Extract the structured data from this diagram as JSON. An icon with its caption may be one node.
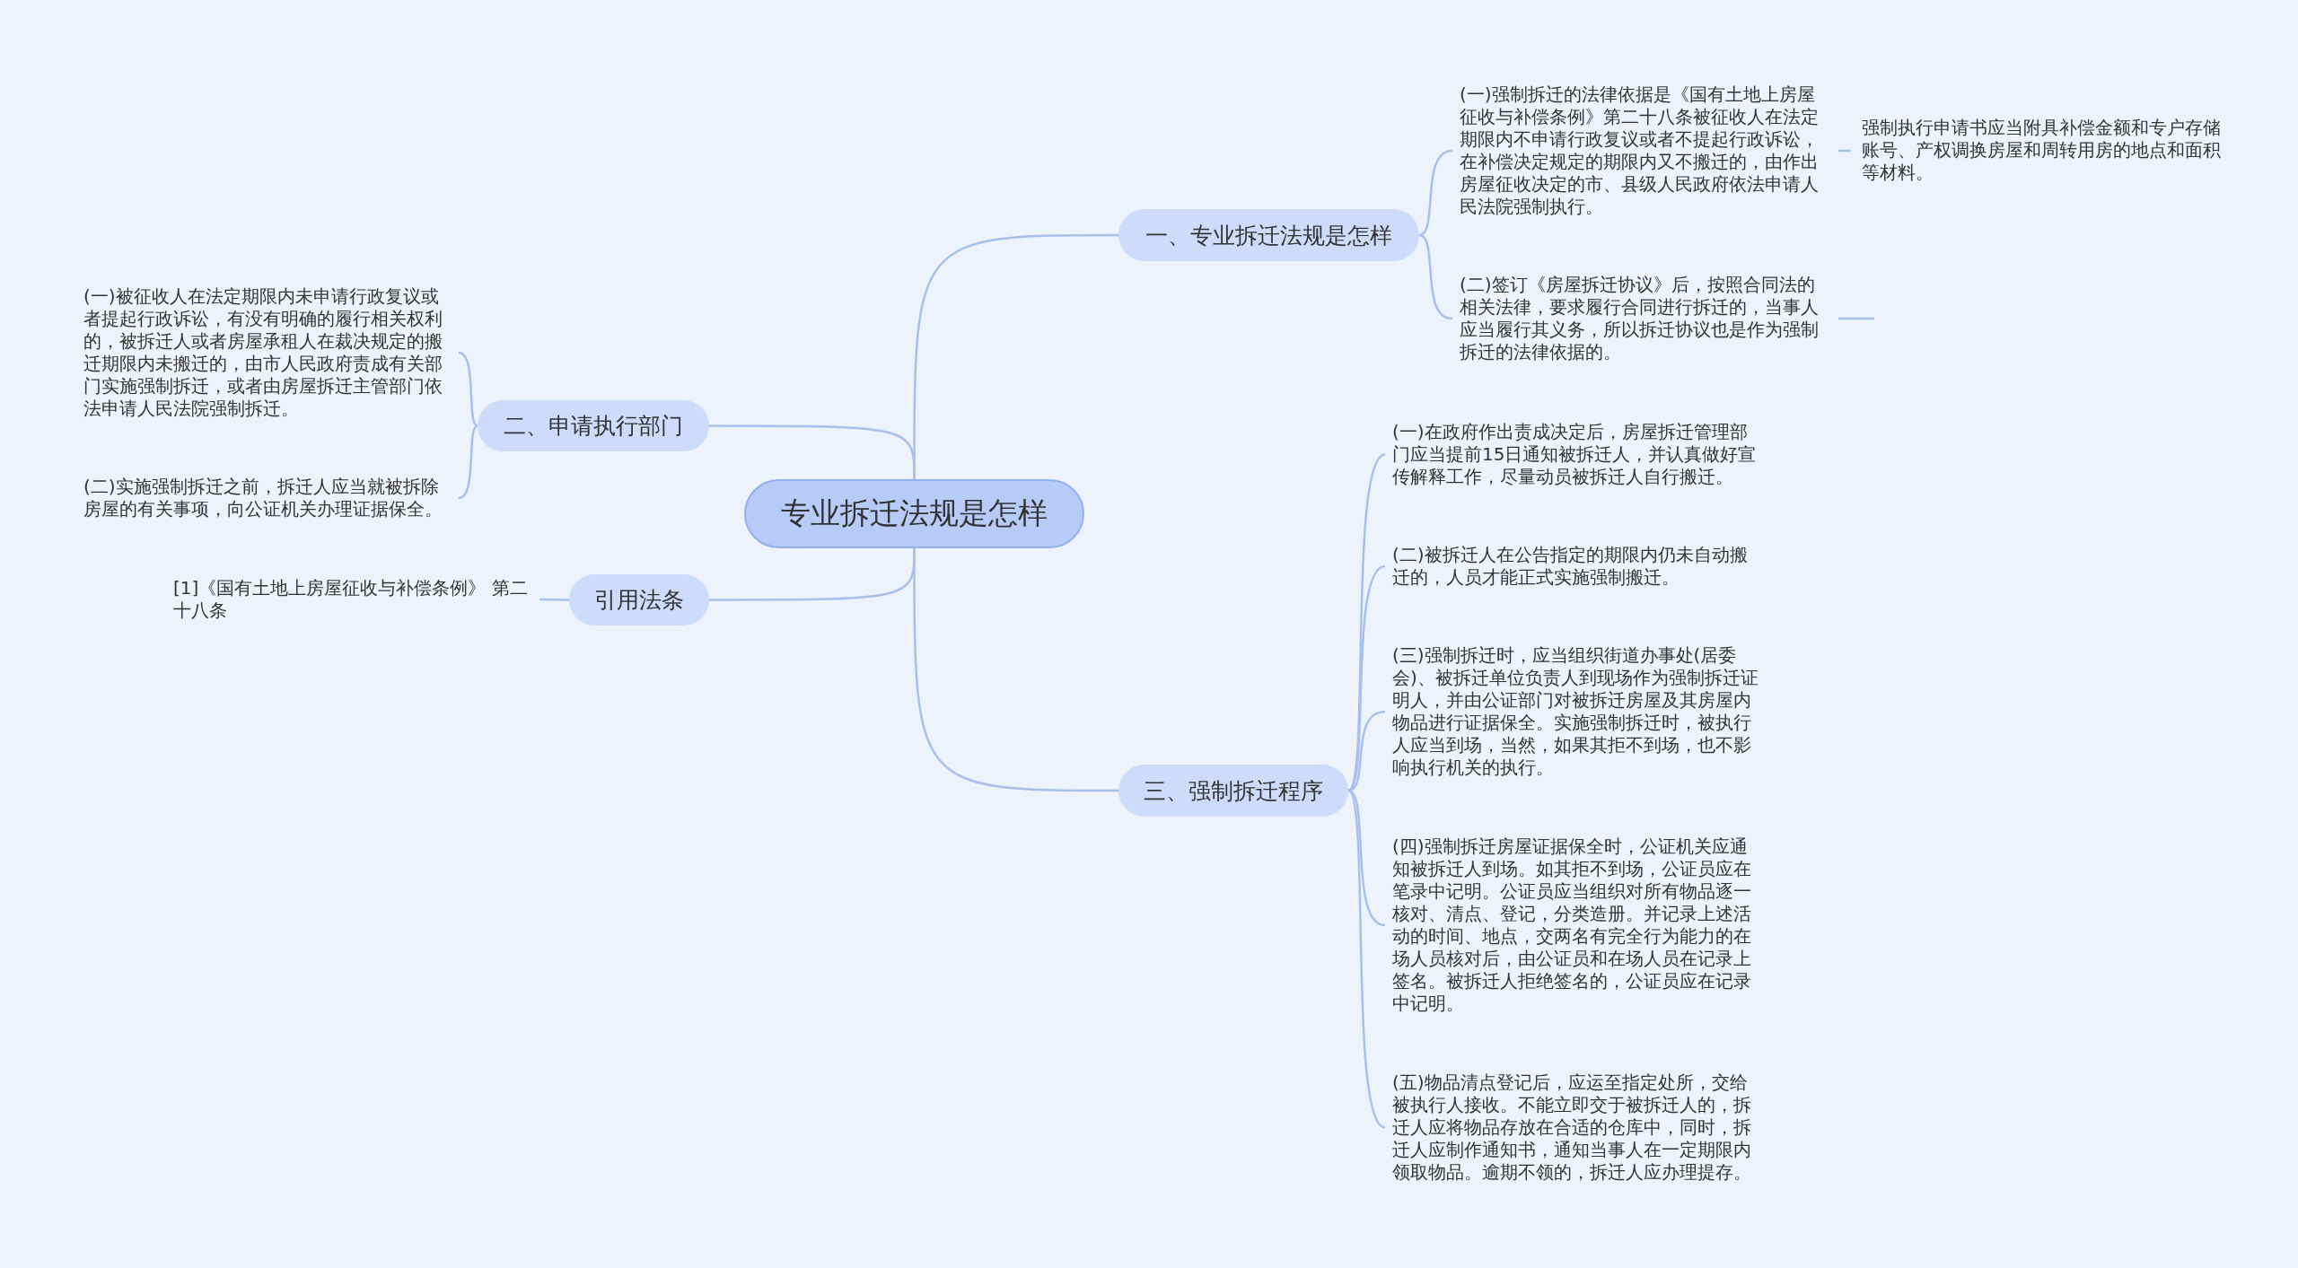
{
  "diagram": {
    "nodes": [
      {
        "text": [
          "专业拆迁法规是怎样"
        ]
      },
      {
        "text": [
          "一、专业拆迁法规是怎样"
        ]
      },
      {
        "text": [
          "(一)强制拆迁的法律依据是《国有土地上房屋征收与补偿条例》第二十八条被征收人在法定期限内不申请行政复议或者不提起行政诉讼，在补偿决定规定的期限内又不搬迁的，由作出房屋征收决定的市、县级人民政府依法申请人民法院强制执行。"
        ]
      },
      {
        "text": [
          "强制执行申请书应当附具补偿金额和专户存储账号、产权调换房屋和周转用房的地点和面积等材料。"
        ]
      },
      {
        "text": [
          "(二)签订《房屋拆迁协议》后，按照合同法的相关法律，要求履行合同进行拆迁的，当事人应当履行其义务，所以拆迁协议也是作为强制拆迁的法律依据的。"
        ]
      },
      {
        "text": [
          "二、申请执行部门"
        ]
      },
      {
        "text": [
          "(一)被征收人在法定期限内未申请行政复议或者提起行政诉讼，有没有明确的履行相关权利的，被拆迁人或者房屋承租人在裁决规定的搬迁期限内未搬迁的，由市人民政府责成有关部门实施强制拆迁，或者由房屋拆迁主管部门依法申请人民法院强制拆迁。"
        ]
      },
      {
        "text": [
          "(二)实施强制拆迁之前，拆迁人应当就被拆除房屋的有关事项，向公证机关办理证据保全。"
        ]
      },
      {
        "text": [
          "引用法条"
        ]
      },
      {
        "text": [
          "[1]《国有土地上房屋征收与补偿条例》 第二十八条"
        ]
      },
      {
        "text": [
          "三、强制拆迁程序"
        ]
      },
      {
        "text": [
          "(一)在政府作出责成决定后，房屋拆迁管理部门应当提前15日通知被拆迁人，并认真做好宣传解释工作，尽量动员被拆迁人自行搬迁。"
        ]
      },
      {
        "text": [
          "(二)被拆迁人在公告指定的期限内仍未自动搬迁的，人员才能正式实施强制搬迁。"
        ]
      },
      {
        "text": [
          "(三)强制拆迁时，应当组织街道办事处(居委会)、被拆迁单位负责人到现场作为强制拆迁证明人，并由公证部门对被拆迁房屋及其房屋内物品进行证据保全。实施强制拆迁时，被执行人应当到场，当然，如果其拒不到场，也不影响执行机关的执行。"
        ]
      },
      {
        "text": [
          "(四)强制拆迁房屋证据保全时，公证机关应通知被拆迁人到场。如其拒不到场，公证员应在笔录中记明。公证员应当组织对所有物品逐一核对、清点、登记，分类造册。并记录上述活动的时间、地点，交两名有完全行为能力的在场人员核对后，由公证员和在场人员在记录上签名。被拆迁人拒绝签名的，公证员应在记录中记明。"
        ]
      },
      {
        "text": [
          "(五)物品清点登记后，应运至指定处所，交给被执行人接收。不能立即交于被拆迁人的，拆迁人应将物品存放在合适的仓库中，同时，拆迁人应制作通知书，通知当事人在一定期限内领取物品。逾期不领的，拆迁人应办理提存。"
        ]
      }
    ],
    "edges": [
      {
        "from": 0,
        "to": 1,
        "arrow": "none"
      },
      {
        "from": 1,
        "to": 2,
        "arrow": "none"
      },
      {
        "from": 2,
        "to": 3,
        "arrow": "none"
      },
      {
        "from": 1,
        "to": 4,
        "arrow": "none"
      },
      {
        "from": 4,
        "to": null,
        "arrow": "none"
      },
      {
        "from": 0,
        "to": 5,
        "arrow": "none"
      },
      {
        "from": 5,
        "to": 6,
        "arrow": "none"
      },
      {
        "from": 5,
        "to": 7,
        "arrow": "none"
      },
      {
        "from": 0,
        "to": 8,
        "arrow": "none"
      },
      {
        "from": 8,
        "to": 9,
        "arrow": "none"
      },
      {
        "from": 0,
        "to": 10,
        "arrow": "none"
      },
      {
        "from": 10,
        "to": 11,
        "arrow": "none"
      },
      {
        "from": 10,
        "to": 12,
        "arrow": "none"
      },
      {
        "from": 10,
        "to": 13,
        "arrow": "none"
      },
      {
        "from": 10,
        "to": 14,
        "arrow": "none"
      },
      {
        "from": 10,
        "to": 15,
        "arrow": "none"
      }
    ]
  }
}
